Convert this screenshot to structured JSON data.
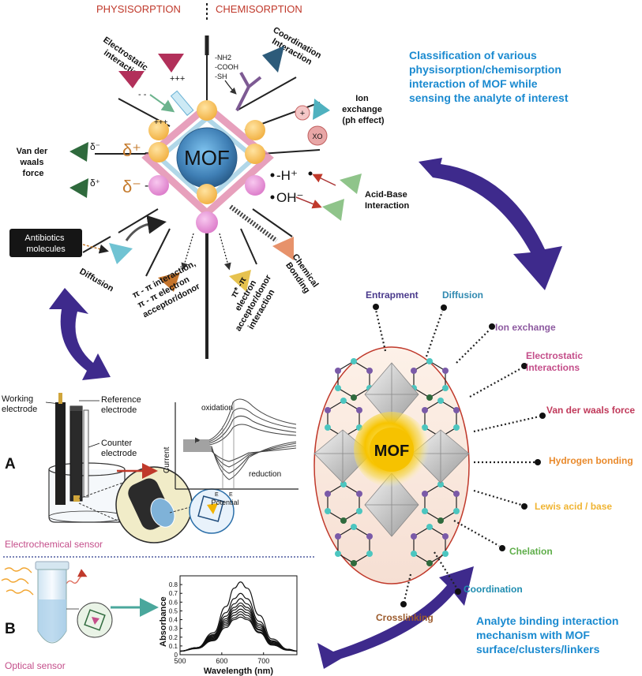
{
  "header": {
    "physisorption": "PHYSISORPTION",
    "chemisorption": "CHEMISORPTION"
  },
  "top_diagram": {
    "center": "MOF",
    "labels": {
      "electrostatic": [
        "Electrostatic",
        "interaction"
      ],
      "coordination": [
        "Coordination",
        "Interaction"
      ],
      "groups": [
        "-NH2",
        "-COOH",
        "-SH"
      ],
      "ion_exchange": [
        "Ion",
        "exchange",
        "(ph effect)"
      ],
      "vdw": [
        "Van der",
        "waals",
        "force"
      ],
      "acid_base": [
        "Acid-Base",
        "Interaction"
      ],
      "antibiotics": [
        "Antibiotics",
        "molecules"
      ],
      "diffusion": "Diffusion",
      "chemical_bonding": [
        "Chemical",
        "Bonding"
      ],
      "pi_pi": [
        "π - π interaction,",
        "π - π electron",
        "acceptor/donor"
      ],
      "pi_star": [
        "π* -π",
        "electron",
        "acceptor/donor",
        "interaction"
      ]
    },
    "symbols": {
      "delta_minus": "δ⁻",
      "delta_plus": "δ⁺",
      "big_delta_plus": "δ⁺",
      "big_delta_minus": "δ⁻",
      "h_plus": "-H⁺",
      "oh_minus": "OH⁻",
      "plus": "+",
      "xo": "XO",
      "plus3": "+++",
      "minus2": "- -"
    }
  },
  "classification_text": [
    "Classification    of    various",
    "physisorption/chemisorption",
    "interaction    of    MOF    while",
    "sensing the analyte of interest"
  ],
  "electrochem": {
    "working_electrode": [
      "Working",
      "electrode"
    ],
    "reference_electrode": [
      "Reference",
      "electrode"
    ],
    "counter_electrode": [
      "Counter",
      "electrode"
    ],
    "panel_label": "A",
    "sensor_label": "Electrochemical sensor",
    "cv": {
      "oxidation": "oxidation",
      "reduction": "reduction",
      "ylabel": "Current",
      "xlabel": "Potential",
      "epc": "E",
      "epa": "E"
    }
  },
  "optical": {
    "panel_label": "B",
    "sensor_label": "Optical sensor"
  },
  "binding": {
    "center": "MOF",
    "mechanisms": [
      "Entrapment",
      "Diffusion",
      "Ion exchange",
      "Electrostatic",
      "interactions",
      "Van der waals force",
      "Hydrogen bonding",
      "Lewis acid / base",
      "Chelation",
      "Coordination",
      "Crosslinking"
    ],
    "caption": [
      "Analyte   binding   interaction",
      "mechanism     with     MOF",
      "surface/clusters/linkers"
    ]
  },
  "chart_data": {
    "type": "line",
    "xlabel": "Wavelength (nm)",
    "ylabel": "Absorbance",
    "xlim": [
      500,
      780
    ],
    "ylim": [
      0,
      0.9
    ],
    "x_ticks": [
      500,
      600,
      700
    ],
    "y_ticks": [
      0.0,
      0.1,
      0.2,
      0.3,
      0.4,
      0.5,
      0.6,
      0.7,
      0.8
    ],
    "x": [
      500,
      540,
      580,
      610,
      630,
      645,
      660,
      690,
      720,
      760,
      780
    ],
    "series": [
      {
        "values": [
          0.04,
          0.08,
          0.25,
          0.55,
          0.76,
          0.83,
          0.76,
          0.45,
          0.18,
          0.06,
          0.04
        ]
      },
      {
        "values": [
          0.04,
          0.08,
          0.23,
          0.48,
          0.64,
          0.7,
          0.64,
          0.38,
          0.16,
          0.06,
          0.04
        ]
      },
      {
        "values": [
          0.04,
          0.08,
          0.22,
          0.44,
          0.58,
          0.64,
          0.58,
          0.35,
          0.15,
          0.06,
          0.04
        ]
      },
      {
        "values": [
          0.04,
          0.08,
          0.21,
          0.41,
          0.54,
          0.59,
          0.54,
          0.33,
          0.14,
          0.06,
          0.04
        ]
      },
      {
        "values": [
          0.04,
          0.08,
          0.2,
          0.39,
          0.51,
          0.56,
          0.51,
          0.31,
          0.13,
          0.06,
          0.04
        ]
      },
      {
        "values": [
          0.04,
          0.08,
          0.19,
          0.37,
          0.48,
          0.52,
          0.48,
          0.29,
          0.13,
          0.06,
          0.04
        ]
      },
      {
        "values": [
          0.04,
          0.08,
          0.18,
          0.35,
          0.45,
          0.49,
          0.45,
          0.28,
          0.12,
          0.06,
          0.04
        ]
      },
      {
        "values": [
          0.04,
          0.08,
          0.17,
          0.33,
          0.42,
          0.46,
          0.42,
          0.26,
          0.12,
          0.06,
          0.04
        ]
      },
      {
        "values": [
          0.04,
          0.07,
          0.16,
          0.31,
          0.4,
          0.43,
          0.4,
          0.25,
          0.11,
          0.05,
          0.04
        ]
      }
    ]
  },
  "colors": {
    "red_title": "#c0392b",
    "blue_text": "#1a8ad0",
    "purple_arrow": "#3e2a8c",
    "mof_blue": "#3f7fb5",
    "mof_yellow": "#f7c400"
  }
}
